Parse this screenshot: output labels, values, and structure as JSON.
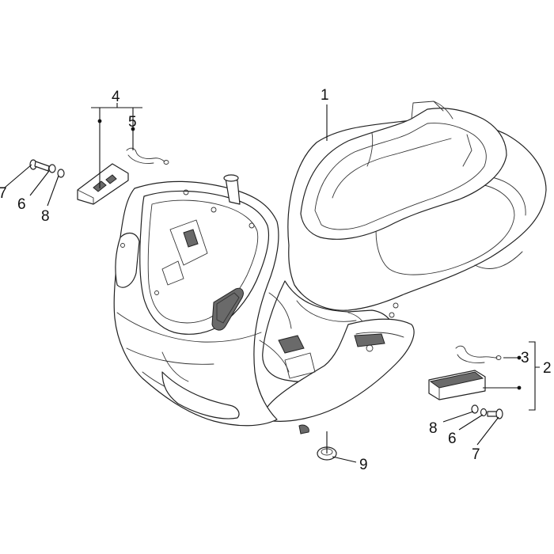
{
  "diagram": {
    "callouts": [
      {
        "id": "c1",
        "text": "1"
      },
      {
        "id": "c2",
        "text": "2"
      },
      {
        "id": "c3",
        "text": "3"
      },
      {
        "id": "c4",
        "text": "4"
      },
      {
        "id": "c5",
        "text": "5"
      },
      {
        "id": "c6a",
        "text": "6"
      },
      {
        "id": "c6b",
        "text": "6"
      },
      {
        "id": "c7a",
        "text": "7"
      },
      {
        "id": "c7b",
        "text": "7"
      },
      {
        "id": "c8a",
        "text": "8"
      },
      {
        "id": "c8b",
        "text": "8"
      },
      {
        "id": "c9",
        "text": "9"
      }
    ],
    "colors": {
      "line": "#222222",
      "background": "#ffffff",
      "fill_dark": "#6a6a6a"
    }
  }
}
